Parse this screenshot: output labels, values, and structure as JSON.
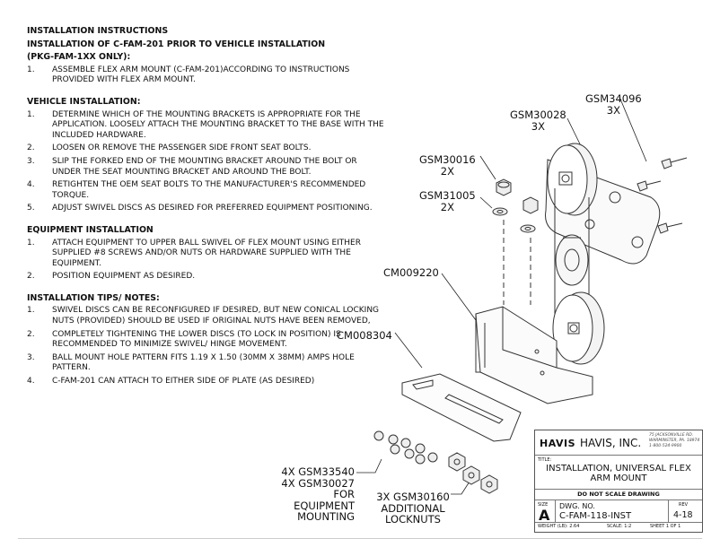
{
  "instructions": {
    "title": "INSTALLATION INSTRUCTIONS",
    "subtitle": "INSTALLATION OF C-FAM-201 PRIOR TO VEHICLE INSTALLATION",
    "pkg": "(PKG-FAM-1XX ONLY):",
    "pre_steps": [
      {
        "n": "1.",
        "text": "ASSEMBLE FLEX ARM MOUNT (C-FAM-201)ACCORDING TO INSTRUCTIONS PROVIDED WITH FLEX ARM MOUNT."
      }
    ],
    "vehicle_heading": "VEHICLE INSTALLATION:",
    "vehicle_steps": [
      {
        "n": "1.",
        "text": "DETERMINE WHICH OF THE MOUNTING BRACKETS IS APPROPRIATE FOR THE APPLICATION. LOOSELY ATTACH THE MOUNTING BRACKET TO THE BASE WITH THE INCLUDED HARDWARE."
      },
      {
        "n": "2.",
        "text": "LOOSEN OR REMOVE THE PASSENGER SIDE FRONT SEAT BOLTS."
      },
      {
        "n": "3.",
        "text": "SLIP THE FORKED END OF THE MOUNTING BRACKET AROUND THE BOLT OR UNDER THE SEAT MOUNTING BRACKET AND AROUND THE BOLT."
      },
      {
        "n": "4.",
        "text": "RETIGHTEN THE OEM SEAT BOLTS TO THE MANUFACTURER'S RECOMMENDED TORQUE."
      },
      {
        "n": "5.",
        "text": "ADJUST SWIVEL DISCS AS DESIRED FOR PREFERRED EQUIPMENT POSITIONING."
      }
    ],
    "equipment_heading": "EQUIPMENT INSTALLATION",
    "equipment_steps": [
      {
        "n": "1.",
        "text": "ATTACH EQUIPMENT TO UPPER BALL SWIVEL OF FLEX MOUNT USING EITHER SUPPLIED #8 SCREWS AND/OR NUTS OR HARDWARE SUPPLIED WITH THE EQUIPMENT."
      },
      {
        "n": "2.",
        "text": "POSITION EQUIPMENT AS DESIRED."
      }
    ],
    "tips_heading": "INSTALLATION TIPS/ NOTES:",
    "tips_steps": [
      {
        "n": "1.",
        "text": "SWIVEL DISCS CAN BE RECONFIGURED IF DESIRED, BUT NEW CONICAL LOCKING NUTS (PROVIDED) SHOULD BE USED IF ORIGINAL NUTS HAVE BEEN REMOVED,"
      },
      {
        "n": "2.",
        "text": "COMPLETELY TIGHTENING THE LOWER DISCS (TO LOCK IN POSITION) IS RECOMMENDED TO MINIMIZE SWIVEL/ HINGE MOVEMENT."
      },
      {
        "n": "3.",
        "text": "BALL MOUNT HOLE PATTERN FITS 1.19 X 1.50 (30MM X 38MM) AMPS HOLE PATTERN."
      },
      {
        "n": "4.",
        "text": "C-FAM-201 CAN ATTACH TO EITHER SIDE OF PLATE (AS DESIRED)"
      }
    ]
  },
  "callouts": {
    "gsm34096": {
      "part": "GSM34096",
      "qty": "3X"
    },
    "gsm30028": {
      "part": "GSM30028",
      "qty": "3X"
    },
    "gsm30016": {
      "part": "GSM30016",
      "qty": "2X"
    },
    "gsm31005": {
      "part": "GSM31005",
      "qty": "2X"
    },
    "cm009220": {
      "part": "CM009220"
    },
    "cm008304": {
      "part": "CM008304"
    },
    "screws": {
      "line1": "4X GSM33540",
      "line2": "4X GSM30027",
      "line3": "FOR EQUIPMENT",
      "line4": "MOUNTING"
    },
    "locknuts": {
      "line1": "3X GSM30160",
      "line2": "ADDITIONAL",
      "line3": "LOCKNUTS"
    }
  },
  "title_block": {
    "logo": "HAVIS",
    "company": "HAVIS, INC.",
    "address": [
      "75 JACKSONVILLE RD.",
      "WARMINSTER, PA. 18974",
      "1-800-524-9900"
    ],
    "title_label": "TITLE:",
    "title": "INSTALLATION, UNIVERSAL FLEX ARM MOUNT",
    "note": "DO NOT SCALE DRAWING",
    "size_label": "SIZE",
    "size": "A",
    "dwg_label": "DWG.  NO.",
    "dwg_no": "C-FAM-118-INST",
    "rev_label": "REV",
    "rev": "4-18",
    "weight": "WEIGHT (LB):   2.64",
    "scale": "SCALE: 1:2",
    "sheet": "SHEET 1 OF 1"
  },
  "colors": {
    "ink": "#111111",
    "lines": "#333333"
  }
}
